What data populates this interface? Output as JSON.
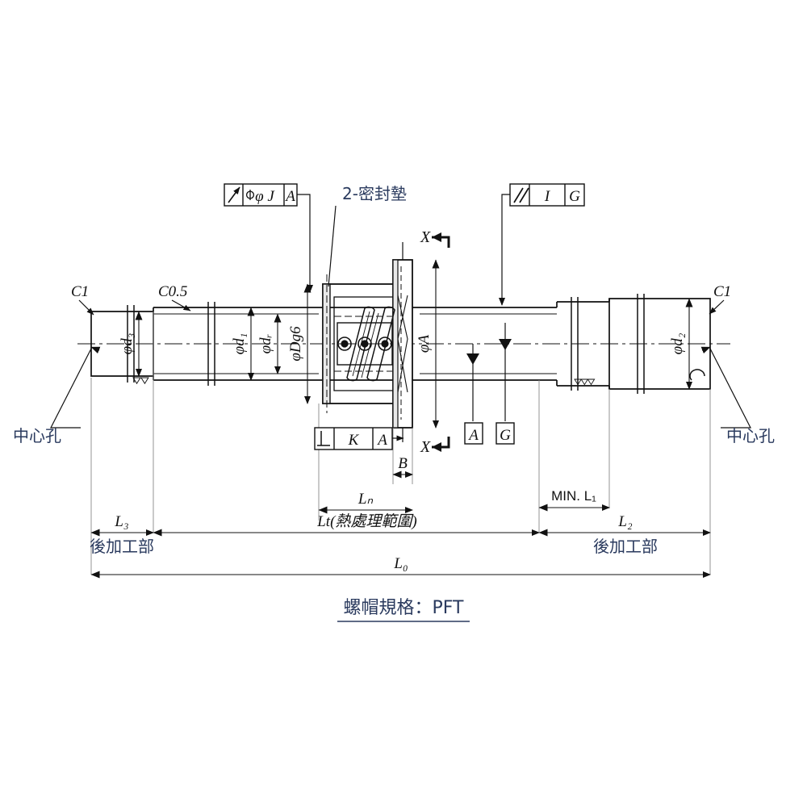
{
  "drawing": {
    "type": "ball-screw-assembly-drawing",
    "title_caption": "螺帽規格：PFT",
    "heat_treat_note": "Lt(熱處理範圍)",
    "post_machining_left": "後加工部",
    "post_machining_right": "後加工部",
    "center_hole_left": "中心孔",
    "center_hole_right": "中心孔",
    "seal_callout": "2-密封墊"
  },
  "chamfers": {
    "left_end": "C1",
    "left_step": "C0.5",
    "right_end": "C1"
  },
  "diameters": [
    {
      "id": "d3",
      "label": "φd₃"
    },
    {
      "id": "d1",
      "label": "φd₁"
    },
    {
      "id": "dr",
      "label": "φdᵣ"
    },
    {
      "id": "Dg6",
      "label": "φDg6"
    },
    {
      "id": "A",
      "label": "φA"
    },
    {
      "id": "d2",
      "label": "φd₂"
    }
  ],
  "lengths": [
    {
      "id": "B",
      "label": "B"
    },
    {
      "id": "Ln",
      "label": "Lₙ"
    },
    {
      "id": "L3",
      "label": "L₃"
    },
    {
      "id": "L2",
      "label": "L₂"
    },
    {
      "id": "L1",
      "label": "MIN. L₁"
    },
    {
      "id": "L0",
      "label": "L₀"
    }
  ],
  "gdt_frames": [
    {
      "id": "runout-J",
      "symbol": "circular-runout",
      "tol": "φ J",
      "datum": "A"
    },
    {
      "id": "totalrunout-I",
      "symbol": "total-runout",
      "tol": "I",
      "datum": "G"
    },
    {
      "id": "perp-K",
      "symbol": "perpendicularity",
      "tol": "K",
      "datum": "A"
    }
  ],
  "datums": [
    {
      "id": "A",
      "label": "A"
    },
    {
      "id": "G",
      "label": "G"
    }
  ],
  "section_marks": [
    {
      "id": "x-top",
      "label": "X"
    },
    {
      "id": "x-bottom",
      "label": "X"
    }
  ],
  "colors": {
    "line": "#111111",
    "cjk_text": "#2a3a5e",
    "background": "#ffffff",
    "shade": "#e9e9e9"
  }
}
